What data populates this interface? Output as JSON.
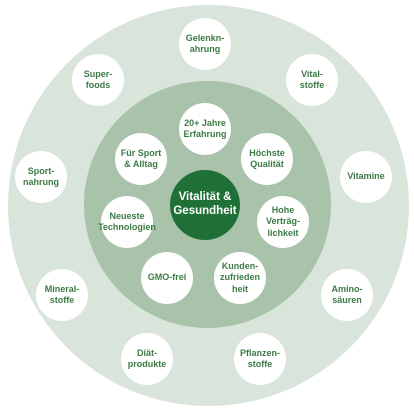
{
  "center": {
    "label": "Vitalität &\nGesundheit"
  },
  "inner_items": [
    {
      "label": "20+ Jahre\nErfahrung"
    },
    {
      "label": "Höchste\nQualität"
    },
    {
      "label": "Hohe\nVerträg-\nlichkeit"
    },
    {
      "label": "Kunden-\nzufrieden\nheit"
    },
    {
      "label": "GMO-frei"
    },
    {
      "label": "Neueste\nTechnologien"
    },
    {
      "label": "Für Sport\n& Alltag"
    }
  ],
  "outer_items": [
    {
      "label": "Gelenkn-\nahrung"
    },
    {
      "label": "Vital-\nstoffe"
    },
    {
      "label": "Vitamine"
    },
    {
      "label": "Amino-\nsäuren"
    },
    {
      "label": "Pflanzen-\nstoffe"
    },
    {
      "label": "Diät-\nprodukte"
    },
    {
      "label": "Mineral-\nstoffe"
    },
    {
      "label": "Sport-\nnahrung"
    },
    {
      "label": "Super-\nfoods"
    }
  ],
  "colors": {
    "outer_ring": "#d9e4da",
    "middle_ring": "#a9c3ab",
    "center": "#1f7036",
    "text": "#3c7a44"
  }
}
